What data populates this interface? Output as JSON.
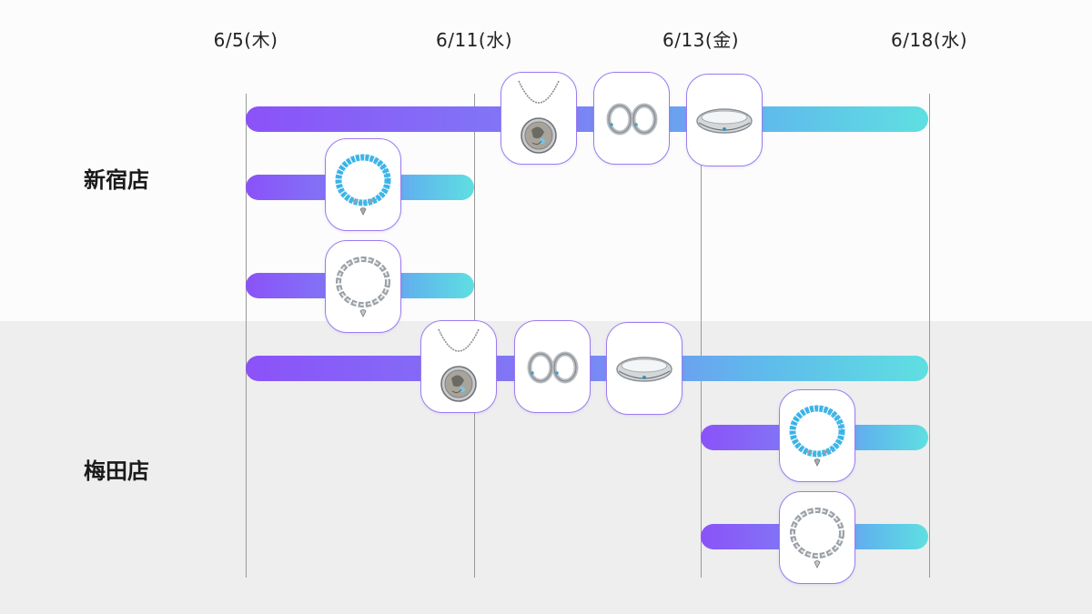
{
  "dates": [
    "6/5(木)",
    "6/11(水)",
    "6/13(金)",
    "6/18(水)"
  ],
  "stores": [
    {
      "name": "新宿店",
      "rows": [
        {
          "start": "6/5(木)",
          "end": "6/18(水)",
          "items": [
            "necklace-icon",
            "hoop-earrings-icon",
            "ring-icon"
          ]
        },
        {
          "start": "6/5(木)",
          "end": "6/11(水)",
          "items": [
            "turquoise-bracelet-icon"
          ]
        },
        {
          "start": "6/5(木)",
          "end": "6/11(水)",
          "items": [
            "chain-bracelet-icon"
          ]
        }
      ]
    },
    {
      "name": "梅田店",
      "rows": [
        {
          "start": "6/5(木)",
          "end": "6/18(水)",
          "items": [
            "necklace-icon",
            "hoop-earrings-icon",
            "ring-icon"
          ]
        },
        {
          "start": "6/13(金)",
          "end": "6/18(水)",
          "items": [
            "turquoise-bracelet-icon"
          ]
        },
        {
          "start": "6/13(金)",
          "end": "6/18(水)",
          "items": [
            "chain-bracelet-icon"
          ]
        }
      ]
    }
  ],
  "colors": {
    "bar_start": "#8b52f8",
    "bar_end": "#5fdfe1",
    "card_border": "#9b7cf0",
    "top_band": "#fcfcfc",
    "bottom_band": "#eeeeef"
  }
}
